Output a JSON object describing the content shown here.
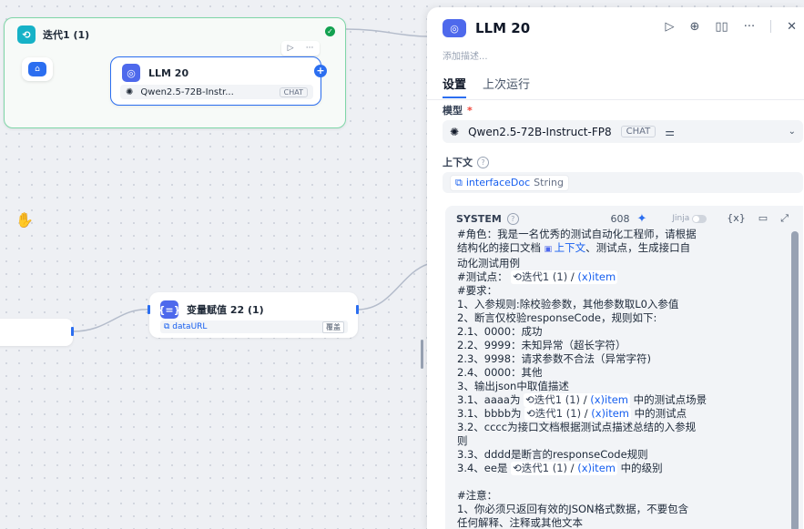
{
  "canvas": {
    "iteration_node": {
      "title": "迭代1 (1)"
    },
    "llm_node": {
      "title": "LLM 20",
      "model": "Qwen2.5-72B-Instr...",
      "model_tag": "CHAT"
    },
    "var_node": {
      "title": "变量赋值 22 (1)",
      "var_name": "dataURL",
      "action": "覆盖"
    }
  },
  "panel": {
    "title": "LLM 20",
    "description_placeholder": "添加描述...",
    "tabs": [
      {
        "label": "设置"
      },
      {
        "label": "上次运行"
      }
    ],
    "model_label": "模型",
    "model_required": "*",
    "model_name": "Qwen2.5-72B-Instruct-FP8",
    "model_tag": "CHAT",
    "context_label": "上下文",
    "context_var": "interfaceDoc",
    "context_type": "String",
    "system": {
      "label": "SYSTEM",
      "count": "608",
      "jinja_label": "Jinja",
      "var_btn": "{x}",
      "lines": {
        "l1": "#角色：我是一名优秀的测试自动化工程师，请根据",
        "l2a": "结构化的接口文档",
        "l2ref": "上下文",
        "l2b": "、测试点，生成接口自",
        "l3": "动化测试用例",
        "l4a": "#测试点：",
        "iter_ref": "迭代1 (1)",
        "item_ref": "item",
        "l5": "#要求：",
        "l6": "1、入参规则:除校验参数，其他参数取L0入参值",
        "l7": "2、断言仅校验responseCode，规则如下:",
        "l8": "2.1、0000：成功",
        "l9": "2.2、9999：未知异常（超长字符）",
        "l10": "2.3、9998：请求参数不合法（异常字符)",
        "l11": "2.4、0000：其他",
        "l12": "3、输出json中取值描述",
        "l13a": "3.1、aaaa为",
        "l13b": "中的测试点场景",
        "l14a": "3.1、bbbb为",
        "l14b": "中的测试点",
        "l15": "3.2、cccc为接口文档根据测试点描述总结的入参规",
        "l16": "则",
        "l17": "3.3、dddd是断言的responseCode规则",
        "l18a": "3.4、ee是",
        "l18b": "中的级别",
        "l19": "#注意：",
        "l20": "1、你必须只返回有效的JSON格式数据，不要包含",
        "l21": "任何解释、注释或其他文本"
      }
    }
  }
}
